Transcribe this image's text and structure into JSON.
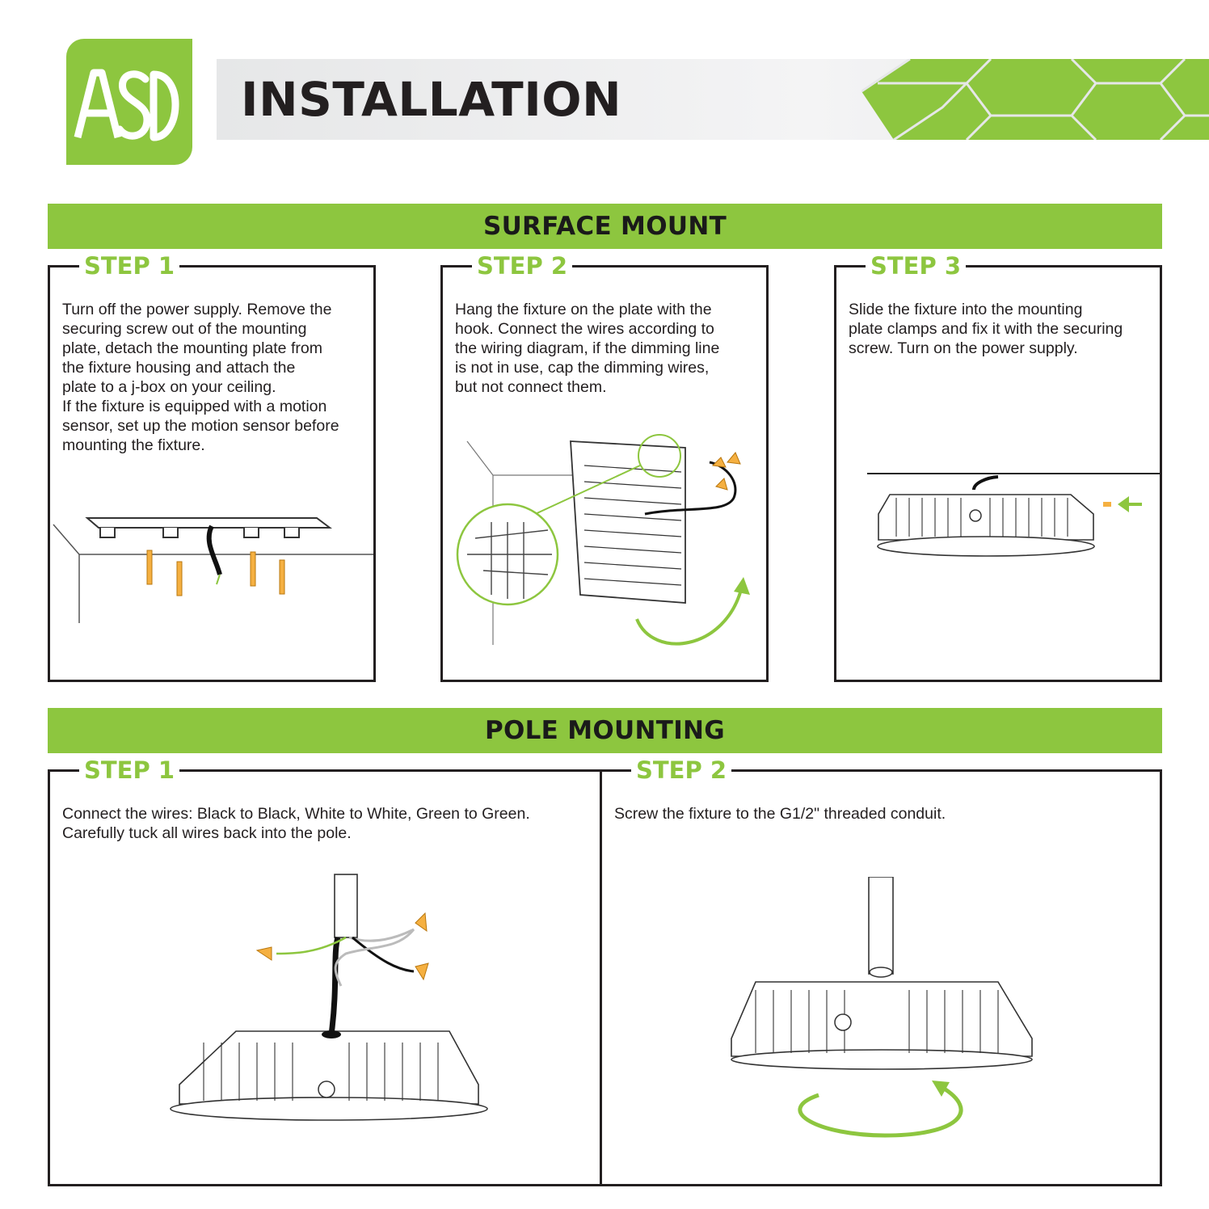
{
  "brand": {
    "logo_text": "ASD",
    "accent_color": "#8dc63f"
  },
  "header": {
    "title": "INSTALLATION"
  },
  "surface_mount": {
    "title": "SURFACE MOUNT",
    "steps": [
      {
        "label": "STEP 1",
        "text": "Turn off the power supply. Remove the\nsecuring screw out of the mounting\nplate, detach the mounting plate from\nthe fixture housing and attach the\nplate to a j-box on your ceiling.\nIf the fixture is equipped with a motion\nsensor, set up the motion sensor before\nmounting the fixture."
      },
      {
        "label": "STEP 2",
        "text": "Hang the fixture on the plate with the\nhook. Connect the wires according to\nthe wiring diagram, if the dimming line\nis not in use, cap the dimming wires,\nbut not connect them."
      },
      {
        "label": "STEP 3",
        "text": "Slide the fixture into the mounting\nplate clamps and fix it with the securing\nscrew. Turn on the power supply."
      }
    ]
  },
  "pole_mounting": {
    "title": "POLE MOUNTING",
    "steps": [
      {
        "label": "STEP 1",
        "text": "Connect the wires: Black to Black, White to White, Green to Green.\nCarefully tuck all wires back into the pole."
      },
      {
        "label": "STEP 2",
        "text": "Screw the fixture to the G1/2\" threaded conduit."
      }
    ]
  }
}
